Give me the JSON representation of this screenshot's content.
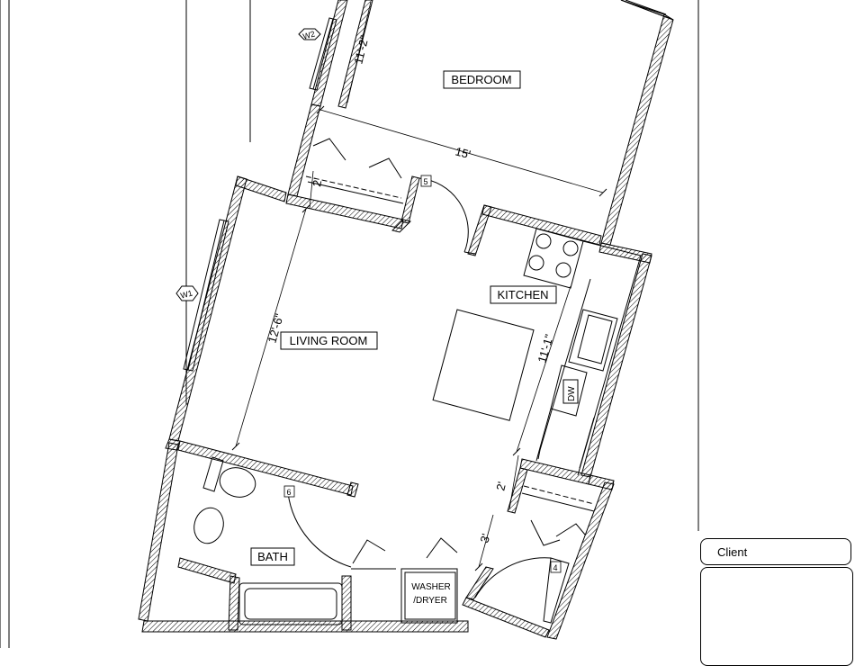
{
  "rooms": {
    "bedroom": "BEDROOM",
    "living_room": "LIVING ROOM",
    "kitchen": "KITCHEN",
    "bath": "BATH",
    "washer_line1": "WASHER",
    "washer_line2": "/DRYER",
    "dishwasher": "DW"
  },
  "dimensions": {
    "bedroom_depth": "11'-2\"",
    "bedroom_width": "15'",
    "closet_depth": "2'",
    "living_depth": "12'-6\"",
    "kitchen_length": "11'-1\"",
    "hall_width": "2'",
    "hall_depth": "3'"
  },
  "tags": {
    "window_1": "W1",
    "window_2": "W2",
    "door_4": "4",
    "door_5": "5",
    "door_6": "6"
  },
  "title_block": {
    "client_label": "Client"
  }
}
